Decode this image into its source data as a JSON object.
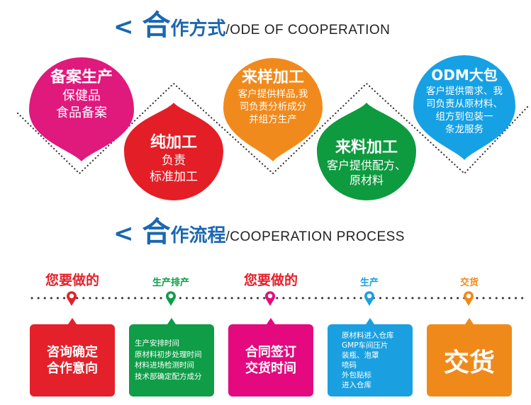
{
  "section1": {
    "arrow": "<",
    "big_char": "合",
    "title_cn": "作方式",
    "title_en": "/ODE OF COOPERATION"
  },
  "section2": {
    "arrow": "<",
    "big_char": "合",
    "title_cn": "作流程",
    "title_en": "/COOPERATION PROCESS"
  },
  "modes": [
    {
      "title": "备案生产",
      "lines": [
        "保健品",
        "食品备案"
      ],
      "color": "#e0197d"
    },
    {
      "title": "纯加工",
      "lines": [
        "负责",
        "标准加工"
      ],
      "color": "#e41e26"
    },
    {
      "title": "来样加工",
      "lines": [
        "客户提供样品,我",
        "司负责分析成分",
        "并组方生产"
      ],
      "color": "#f18a1c"
    },
    {
      "title": "来料加工",
      "lines": [
        "客户提供配方、",
        "原材料"
      ],
      "color": "#0e9a3f"
    },
    {
      "title": "ODM大包",
      "lines": [
        "客户提供需求、我",
        "司负责从原材料、",
        "组方到包装一",
        "条龙服务"
      ],
      "color": "#16a1e5"
    }
  ],
  "steps": [
    {
      "label": "您要做的",
      "color": "#e4202a",
      "box": [
        "咨询确定",
        "合作意向"
      ]
    },
    {
      "label": "生产排产",
      "color": "#0f9d48",
      "box": [
        "生产安排时间",
        "原材料初步处理时间",
        "材料进场检测时间",
        "技术部确定配方成分"
      ]
    },
    {
      "label": "您要做的",
      "color": "#e4097f",
      "box": [
        "合同签订",
        "交货时间"
      ]
    },
    {
      "label": "生产",
      "color": "#1aa0e0",
      "box": [
        "原材料进入仓库",
        "GMP车间压片",
        "装瓶、泡罩",
        "喷码",
        "外包贴标",
        "进入仓库"
      ]
    },
    {
      "label": "交货",
      "color": "#ef8a1a",
      "box": [
        "交货"
      ]
    }
  ]
}
